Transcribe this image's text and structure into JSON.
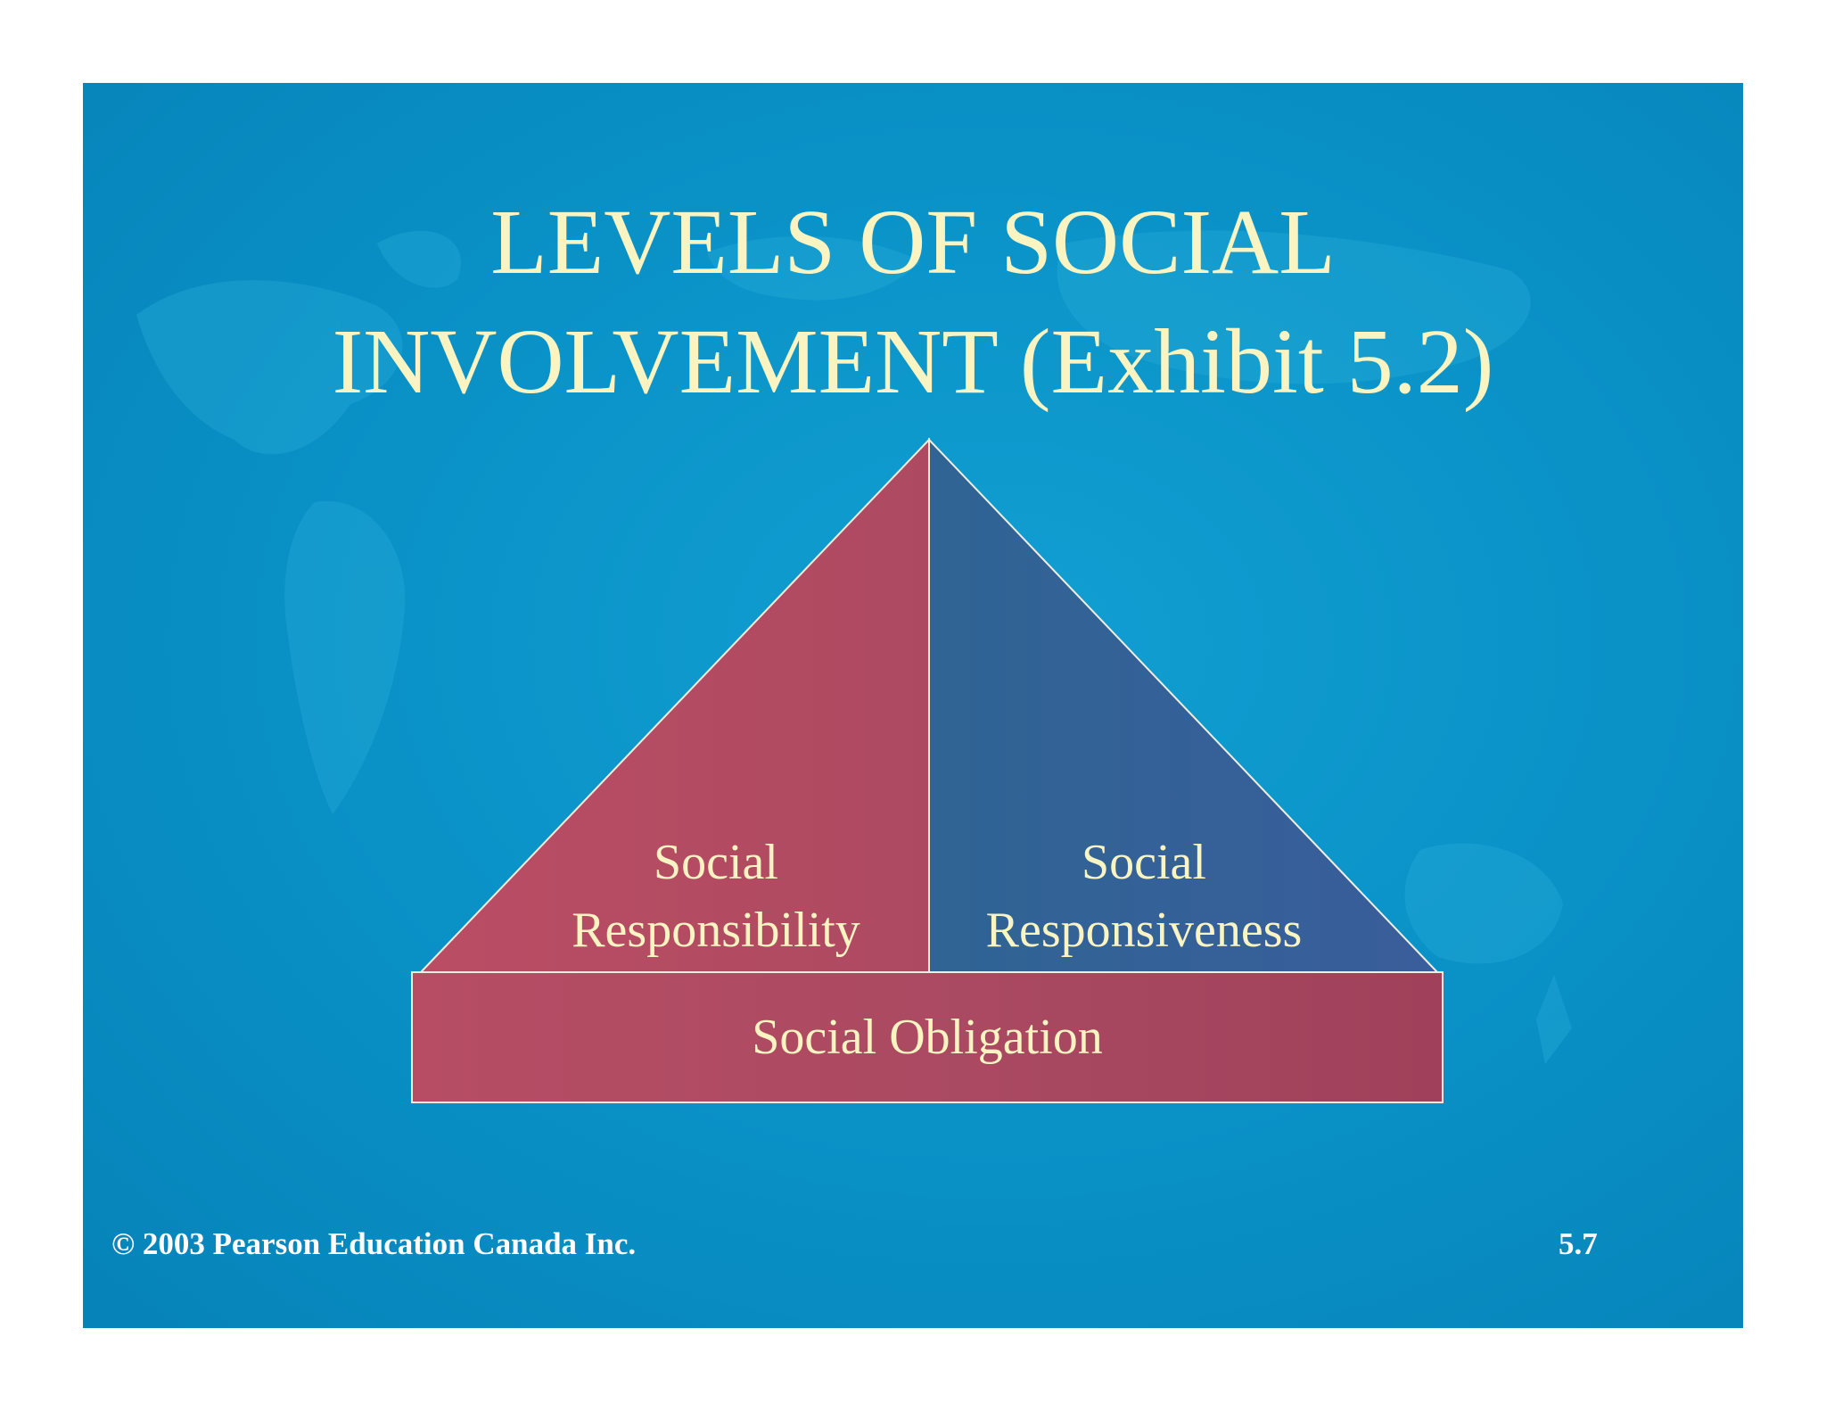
{
  "slide": {
    "title_line1": "LEVELS OF SOCIAL",
    "title_line2": "INVOLVEMENT (Exhibit 5.2)"
  },
  "diagram": {
    "left_label_line1": "Social",
    "left_label_line2": "Responsibility",
    "right_label_line1": "Social",
    "right_label_line2": "Responsiveness",
    "base_label": "Social Obligation",
    "colors": {
      "left": "#b24a62",
      "right": "#34609a",
      "base": "#ad4860",
      "outline": "#f3eedd"
    }
  },
  "footer": {
    "copyright": "© 2003 Pearson Education Canada Inc.",
    "slide_number": "5.7"
  },
  "theme": {
    "background": "#0a93c8",
    "text": "#f9f4c2"
  }
}
